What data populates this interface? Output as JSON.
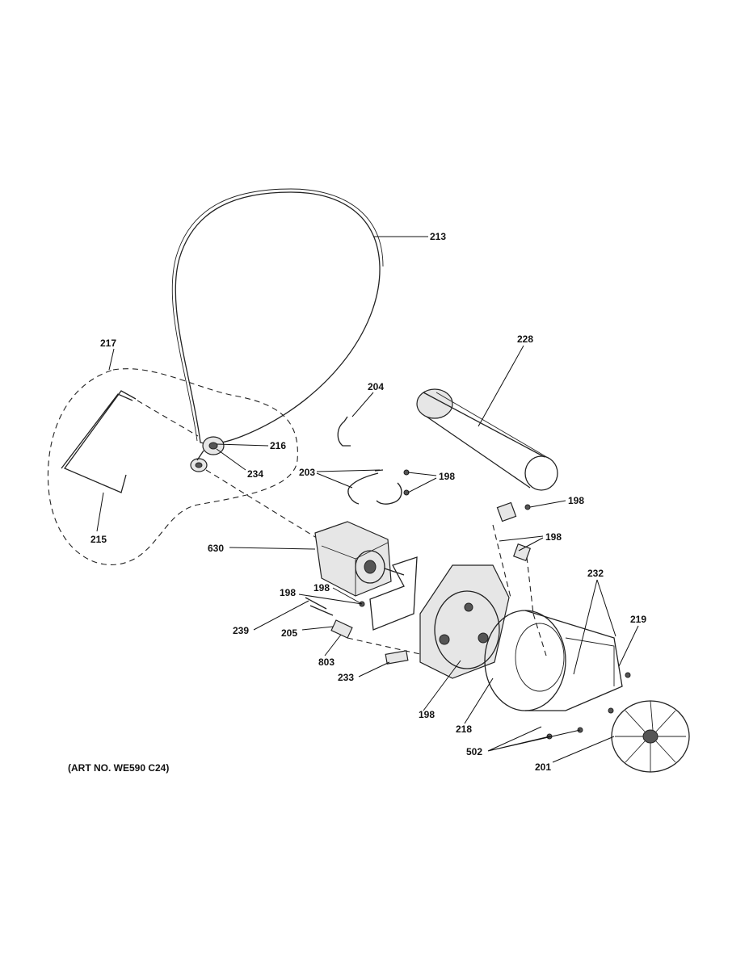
{
  "art_number": "(ART NO. WE590 C24)",
  "callouts": {
    "c213": "213",
    "c228": "228",
    "c217": "217",
    "c204": "204",
    "c216": "216",
    "c234": "234",
    "c203": "203",
    "c198a": "198",
    "c198b": "198",
    "c198c": "198",
    "c198d": "198",
    "c198e": "198",
    "c198f": "198",
    "c215": "215",
    "c630": "630",
    "c232": "232",
    "c219": "219",
    "c239": "239",
    "c205": "205",
    "c803": "803",
    "c233": "233",
    "c218": "218",
    "c502": "502",
    "c201": "201"
  }
}
